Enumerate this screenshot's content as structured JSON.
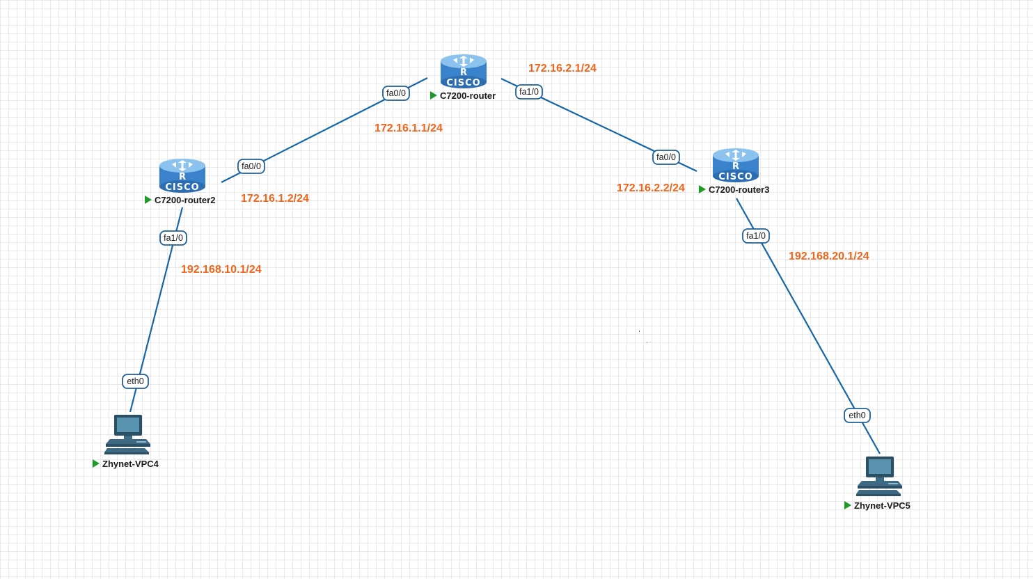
{
  "nodes": {
    "router1": {
      "label": "C7200-router",
      "icon": "cisco-router-icon",
      "status": "running"
    },
    "router2": {
      "label": "C7200-router2",
      "icon": "cisco-router-icon",
      "status": "running"
    },
    "router3": {
      "label": "C7200-router3",
      "icon": "cisco-router-icon",
      "status": "running"
    },
    "vpc4": {
      "label": "Zhynet-VPC4",
      "icon": "pc-icon",
      "status": "running"
    },
    "vpc5": {
      "label": "Zhynet-VPC5",
      "icon": "pc-icon",
      "status": "running"
    }
  },
  "interfaces": {
    "r1_fa00": "fa0/0",
    "r1_fa10": "fa1/0",
    "r2_fa00": "fa0/0",
    "r2_fa10": "fa1/0",
    "r3_fa00": "fa0/0",
    "r3_fa10": "fa1/0",
    "vpc4_eth0": "eth0",
    "vpc5_eth0": "eth0"
  },
  "ip_labels": {
    "r1_fa00": "172.16.1.1/24",
    "r2_fa00": "172.16.1.2/24",
    "r1_fa10": "172.16.2.1/24",
    "r3_fa00": "172.16.2.2/24",
    "r2_fa10": "192.168.10.1/24",
    "r3_fa10": "192.168.20.1/24"
  },
  "colors": {
    "link": "#1565a8",
    "ip_text": "#f26419",
    "status_running": "#1e9b2a",
    "grid": "#e9e9e9"
  }
}
